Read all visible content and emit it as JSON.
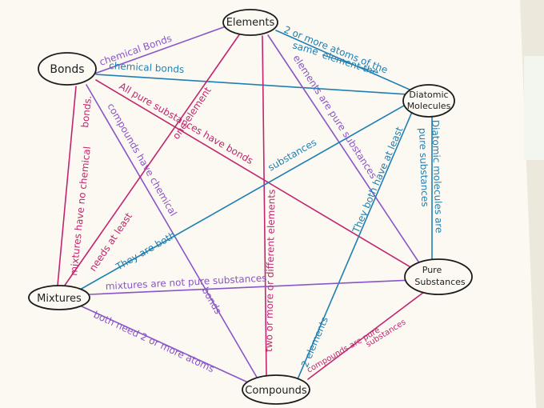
{
  "colors": {
    "paper": "#fbf9f2",
    "table": "#cfc7bd",
    "purple": "#8a55c8",
    "pink": "#c2256f",
    "blue": "#1f7fb3",
    "node_stroke": "#1b1b1b",
    "node_fill": "#fbf9f2"
  },
  "nodes": {
    "elements": "Elements",
    "bonds": "Bonds",
    "diatomic_1": "Diatomic",
    "diatomic_2": "Molecules",
    "pure_1": "Pure",
    "pure_2": "Substances",
    "mixtures": "Mixtures",
    "compounds": "Compounds"
  },
  "labels": {
    "bonds_elements": "chemical Bonds",
    "bonds_diatomic": "chemical bonds",
    "elements_diatomic_1": "2 or more atoms of the",
    "elements_diatomic_2": "same",
    "elements_diatomic_struck": "element the",
    "bonds_pure": "All pure substances have bonds",
    "elements_mixtures": "one element",
    "mixtures_elements": "needs at least",
    "bonds_compounds_1": "compounds have chemical",
    "bonds_compounds_2": "bonds",
    "bonds_mixtures_1": "mixtures have no chemical",
    "bonds_mixtures_2": "bonds.",
    "elements_compounds": "two or more or different elements",
    "elements_pure": "elements are pure substances",
    "mixtures_diatomic": "They are both",
    "diatomic_mixtures_2": "substances",
    "diatomic_compounds_1": "They both have at least",
    "diatomic_compounds_2": "2 elements",
    "diatomic_pure_1": "Diatomic molecules are",
    "diatomic_pure_2": "pure substances",
    "mixtures_pure": "mixtures are not pure substances",
    "mixtures_compounds": "both need 2 or more atoms",
    "compounds_pure_1": "compounds are pure",
    "compounds_pure_2": "substances"
  }
}
